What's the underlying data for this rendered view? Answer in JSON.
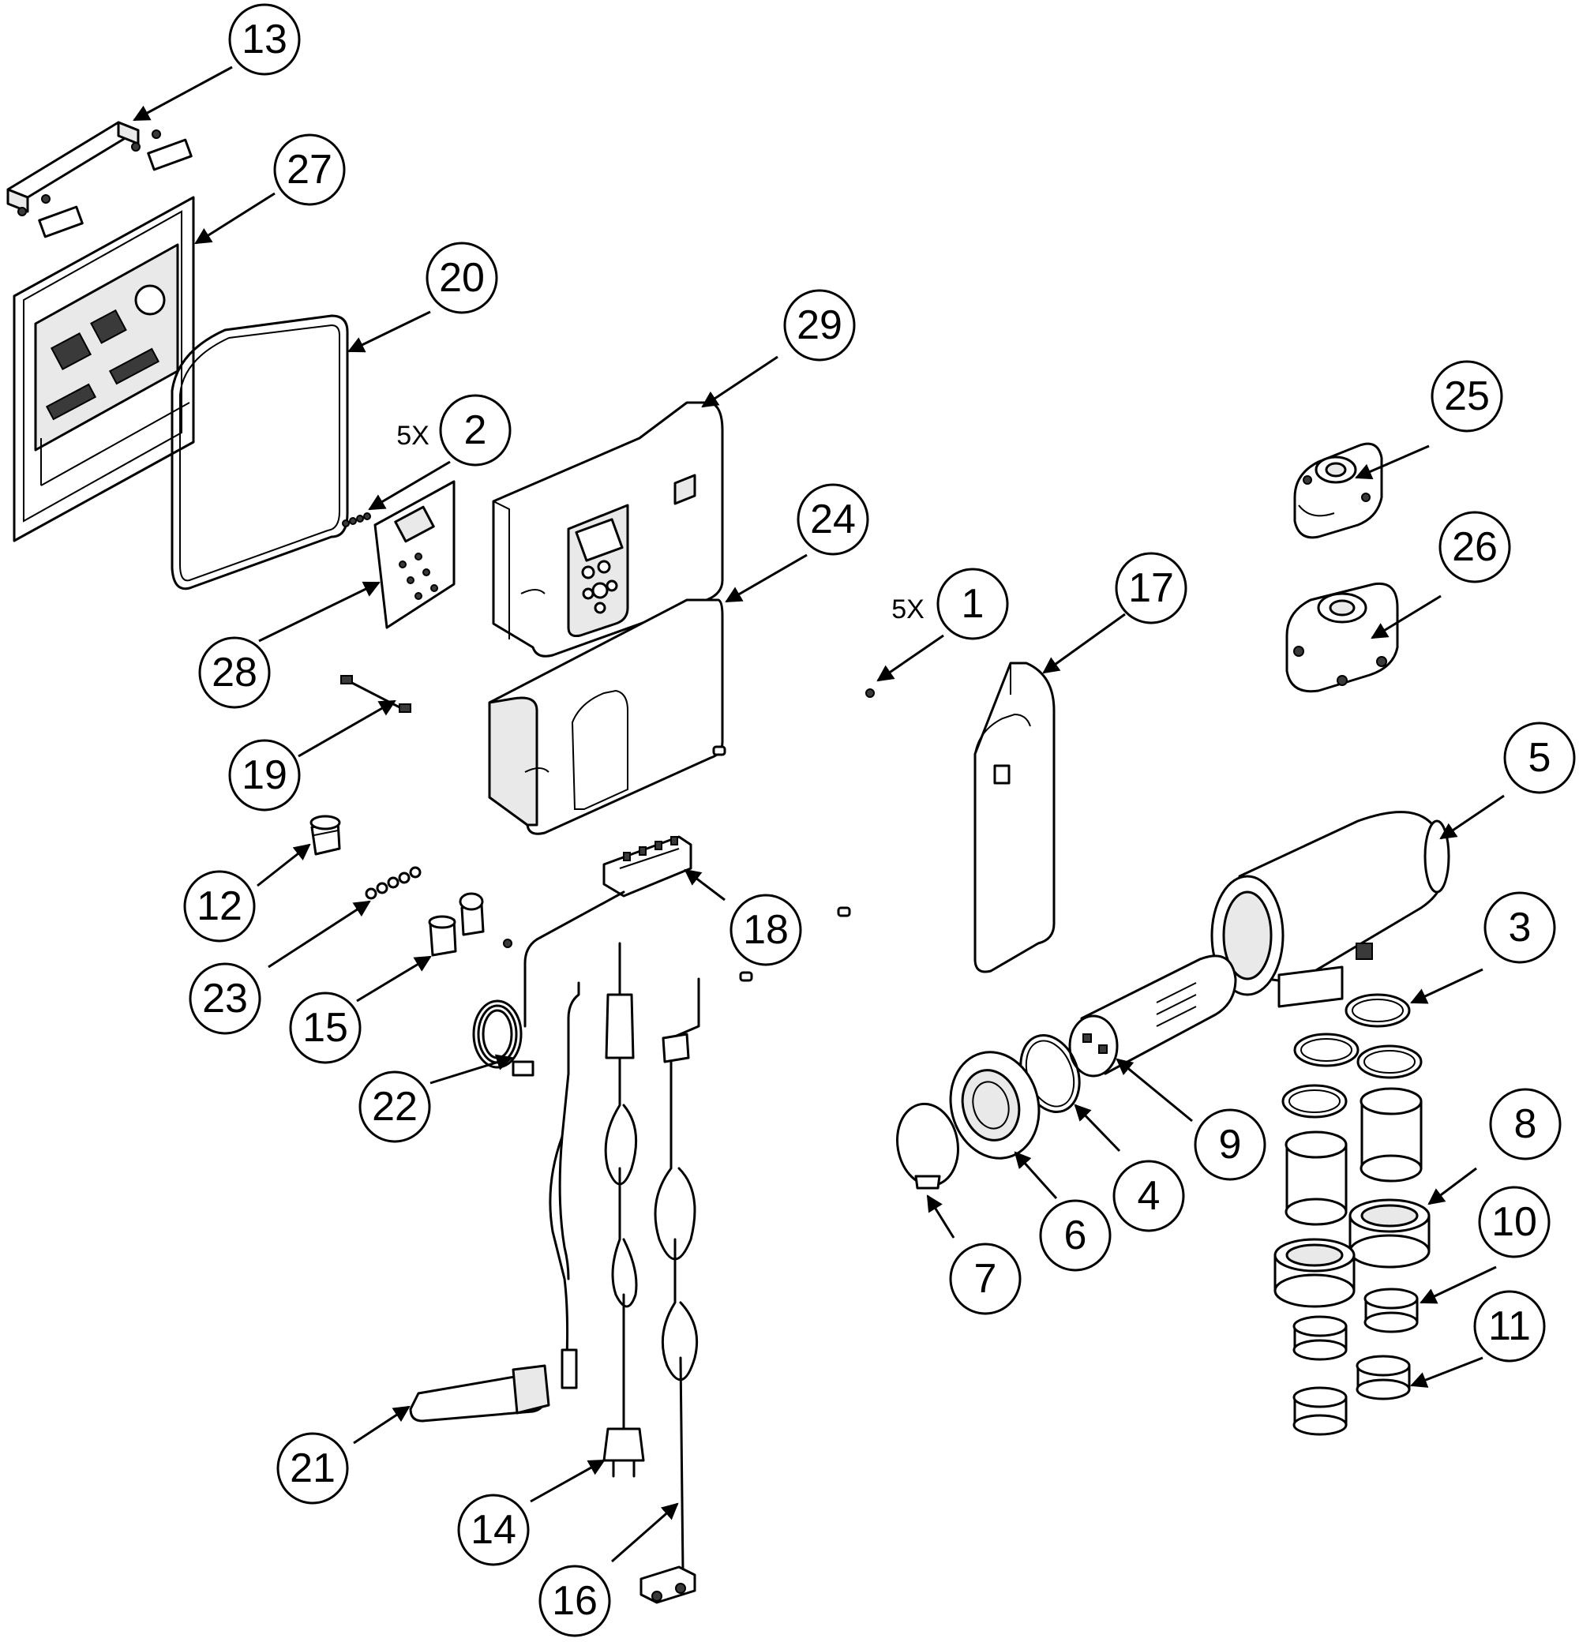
{
  "diagram": {
    "callouts": [
      {
        "id": "13",
        "label": "13"
      },
      {
        "id": "27",
        "label": "27"
      },
      {
        "id": "20",
        "label": "20"
      },
      {
        "id": "29",
        "label": "29"
      },
      {
        "id": "2",
        "label": "2",
        "qty": "5X"
      },
      {
        "id": "25",
        "label": "25"
      },
      {
        "id": "24",
        "label": "24"
      },
      {
        "id": "26",
        "label": "26"
      },
      {
        "id": "1",
        "label": "1",
        "qty": "5X"
      },
      {
        "id": "17",
        "label": "17"
      },
      {
        "id": "28",
        "label": "28"
      },
      {
        "id": "19",
        "label": "19"
      },
      {
        "id": "5",
        "label": "5"
      },
      {
        "id": "12",
        "label": "12"
      },
      {
        "id": "18",
        "label": "18"
      },
      {
        "id": "3",
        "label": "3"
      },
      {
        "id": "23",
        "label": "23"
      },
      {
        "id": "15",
        "label": "15"
      },
      {
        "id": "9",
        "label": "9"
      },
      {
        "id": "22",
        "label": "22"
      },
      {
        "id": "8",
        "label": "8"
      },
      {
        "id": "4",
        "label": "4"
      },
      {
        "id": "6",
        "label": "6"
      },
      {
        "id": "10",
        "label": "10"
      },
      {
        "id": "7",
        "label": "7"
      },
      {
        "id": "11",
        "label": "11"
      },
      {
        "id": "21",
        "label": "21"
      },
      {
        "id": "14",
        "label": "14"
      },
      {
        "id": "16",
        "label": "16"
      }
    ]
  }
}
